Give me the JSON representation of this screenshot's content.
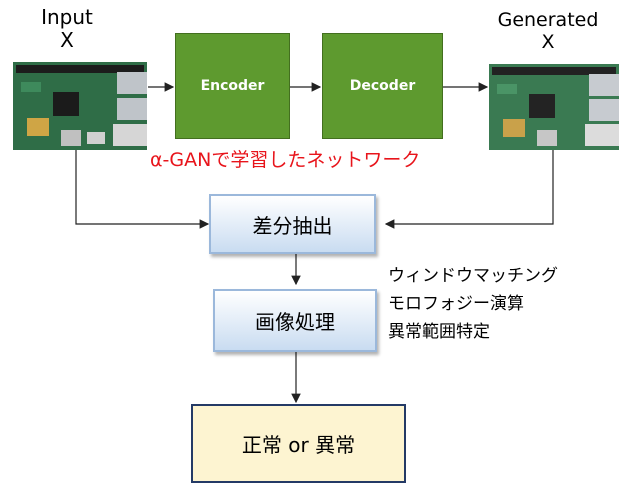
{
  "input": {
    "title": "Input",
    "var": "X"
  },
  "generated": {
    "title": "Generated",
    "var": "X"
  },
  "encoder": "Encoder",
  "decoder": "Decoder",
  "network_label": "α-GANで学習したネットワーク",
  "diff": "差分抽出",
  "process": "画像処理",
  "notes": [
    "ウィンドウマッチング",
    "モロフォジー演算",
    "異常範囲特定"
  ],
  "result": "正常 or 異常",
  "colors": {
    "green": "#5e9a2f",
    "red": "#e8141b",
    "blue_border": "#9bb8db",
    "result_fill": "#fdf4d1",
    "result_border": "#243a66"
  }
}
